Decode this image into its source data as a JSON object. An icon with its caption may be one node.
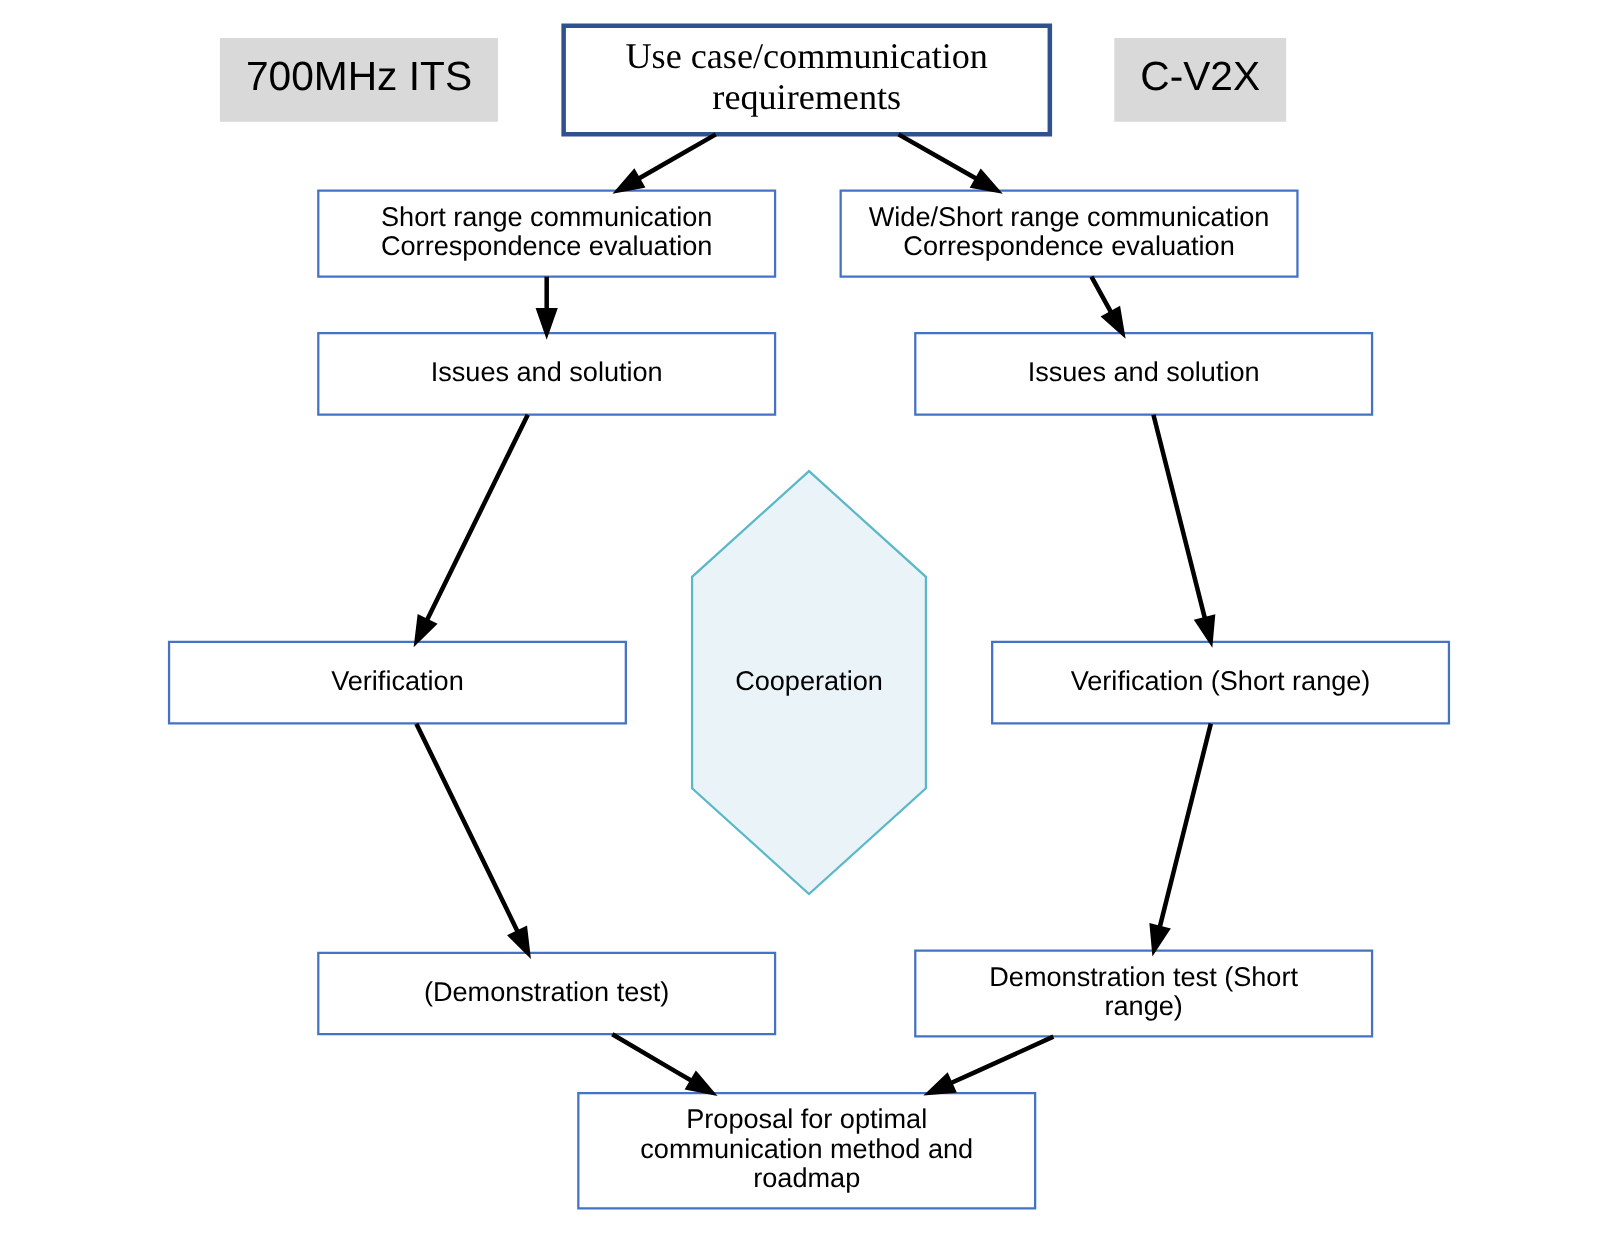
{
  "diagram": {
    "nodes": [
      {
        "text": [
          "700MHz ITS"
        ]
      },
      {
        "text": [
          "Use case/communication requirements"
        ]
      },
      {
        "text": [
          "C-V2X"
        ]
      },
      {
        "text": [
          "Short range communication Correspondence evaluation"
        ]
      },
      {
        "text": [
          "Issues and solution"
        ]
      },
      {
        "text": [
          "Verification"
        ]
      },
      {
        "text": [
          "(Demonstration test)"
        ]
      },
      {
        "text": [
          "Cooperation"
        ]
      },
      {
        "text": [
          "Wide/Short range communication Correspondence evaluation"
        ]
      },
      {
        "text": [
          "Issues and solution"
        ]
      },
      {
        "text": [
          "Verification (Short range)"
        ]
      },
      {
        "text": [
          "Demonstration test (Short range)"
        ]
      },
      {
        "text": [
          "Proposal for optimal communication method and roadmap"
        ]
      }
    ],
    "edges": [
      {
        "from": 1,
        "to": 3,
        "arrow": "to"
      },
      {
        "from": 1,
        "to": 8,
        "arrow": "to"
      },
      {
        "from": 3,
        "to": 4,
        "arrow": "to"
      },
      {
        "from": 4,
        "to": 5,
        "arrow": "to"
      },
      {
        "from": 5,
        "to": 6,
        "arrow": "to"
      },
      {
        "from": 8,
        "to": 9,
        "arrow": "to"
      },
      {
        "from": 9,
        "to": 10,
        "arrow": "to"
      },
      {
        "from": 10,
        "to": 11,
        "arrow": "to"
      },
      {
        "from": 6,
        "to": 12,
        "arrow": "to"
      },
      {
        "from": 11,
        "to": 12,
        "arrow": "to"
      }
    ]
  }
}
